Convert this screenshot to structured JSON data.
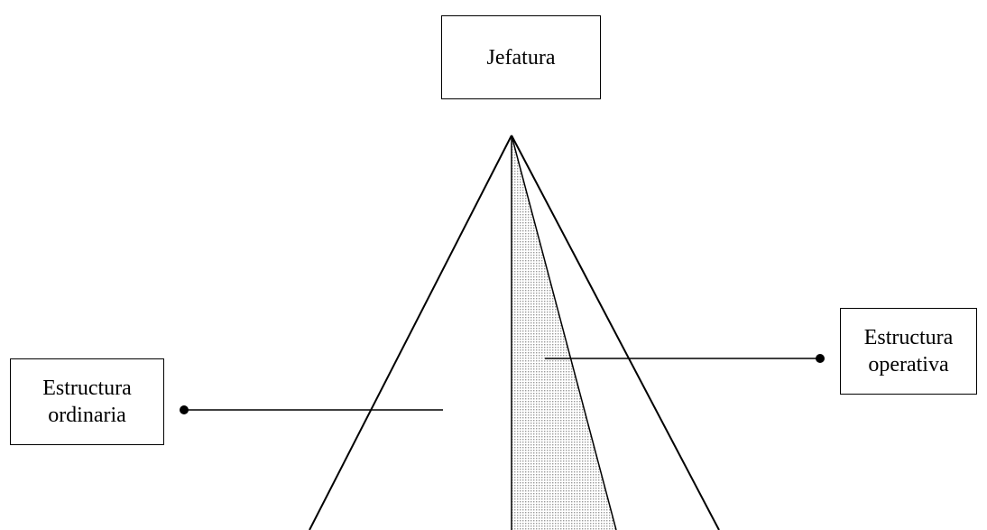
{
  "diagram": {
    "top_box": {
      "label": "Jefatura"
    },
    "right_box": {
      "line1": "Estructura",
      "line2": "operativa"
    },
    "left_box": {
      "line1": "Estructura",
      "line2": "ordinaria"
    },
    "colors": {
      "stroke": "#000000",
      "stipple": "#9a9a9a",
      "background": "#ffffff"
    }
  }
}
